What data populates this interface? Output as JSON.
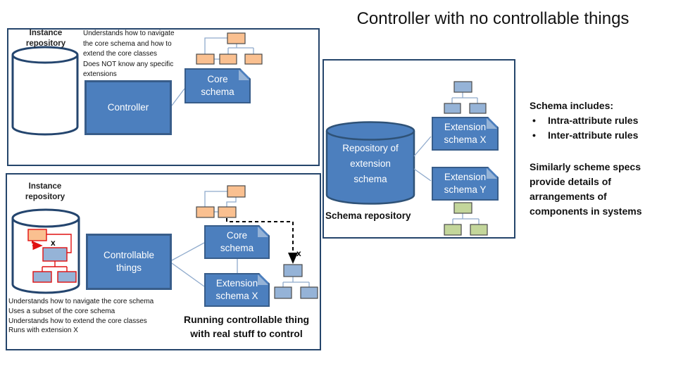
{
  "title": "Controller with no controllable things",
  "colors": {
    "box_blue": "#4C7FBE",
    "box_border": "#385D8A",
    "panel_border": "#25456B",
    "node_orange": "#FAC090",
    "node_blue": "#95B3D7",
    "node_green": "#C3D69B",
    "red": "#E01010",
    "fold_bevel": "#95B3D7",
    "connector": "#8FAACC"
  },
  "panel_controller": {
    "repository_label": "Instance repository",
    "description": "Understands how to navigate\nthe core schema and how to\nextend the core classes\nDoes NOT know any specific\nextensions",
    "controller_label": "Controller",
    "core_schema_label": "Core schema"
  },
  "schema_repository_panel": {
    "cylinder_label": "Repository of\nextension\nschema",
    "extension_x_label": "Extension schema X",
    "extension_y_label": "Extension schema Y",
    "caption": "Schema repository"
  },
  "side_notes": {
    "heading": "Schema includes:",
    "bullets": [
      "Intra-attribute rules",
      "Inter-attribute rules"
    ],
    "paragraph": "Similarly scheme specs\nprovide details of\narrangements of\ncomponents in systems"
  },
  "controllable_panel": {
    "repository_label": "Instance repository",
    "controllable_label": "Controllable things",
    "core_schema_label": "Core schema",
    "extension_x_label": "Extension schema X",
    "x_marker": "x",
    "notes": [
      "Understands how to navigate the core schema",
      "Uses a subset of the core schema",
      "Understands how to extend the core classes",
      "Runs with extension X"
    ],
    "caption": "Running controllable thing\nwith real stuff to control"
  }
}
